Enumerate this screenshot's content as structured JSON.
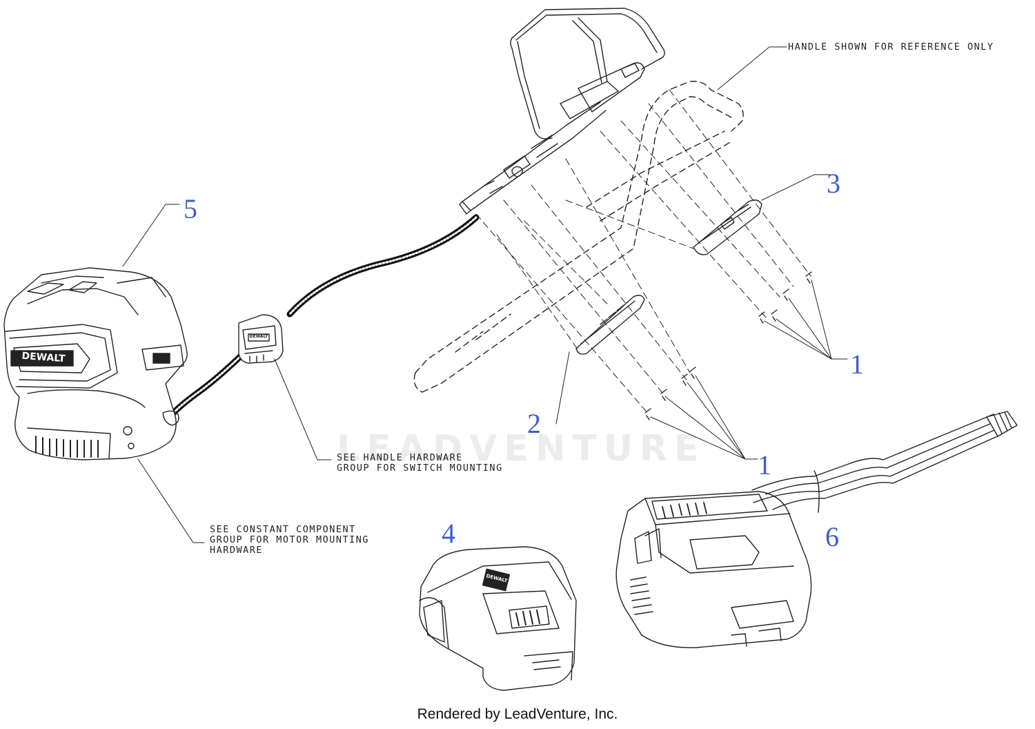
{
  "callouts": {
    "c1a": "1",
    "c1b": "1",
    "c2": "2",
    "c3": "3",
    "c4": "4",
    "c5": "5",
    "c6": "6"
  },
  "notes": {
    "handle_ref": "HANDLE SHOWN FOR REFERENCE ONLY",
    "switch_mounting": "SEE HANDLE HARDWARE\nGROUP FOR SWITCH MOUNTING",
    "motor_mounting": "SEE CONSTANT COMPONENT\nGROUP FOR MOTOR MOUNTING\nHARDWARE"
  },
  "labels": {
    "motor_brand": "DEWALT",
    "switch_brand": "DEWALT",
    "battery_brand": "DEWALT"
  },
  "watermark": "LEADVENTURE",
  "footer": "Rendered by LeadVenture, Inc.",
  "colors": {
    "callout": "#3c5fc6",
    "line": "#222222",
    "watermark": "#ececec"
  }
}
